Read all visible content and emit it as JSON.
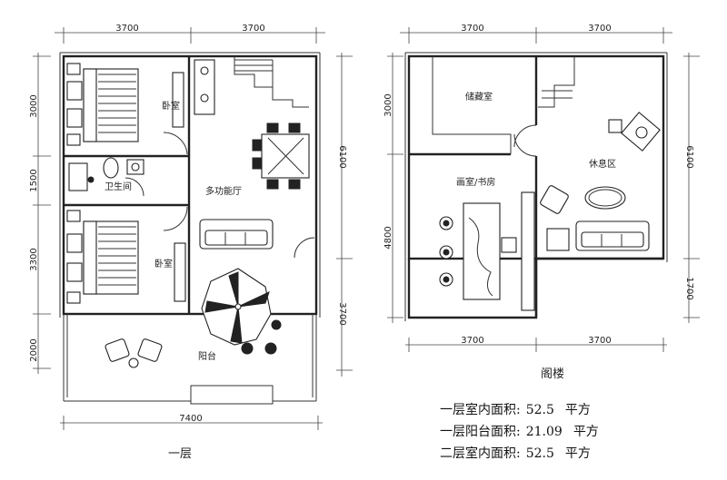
{
  "floor1": {
    "caption": "一层",
    "dims": {
      "top_left": "3700",
      "top_right": "3700",
      "left_1": "3000",
      "left_2": "1500",
      "left_3": "3300",
      "left_4": "2000",
      "right_1": "6100",
      "right_2": "3700",
      "bottom": "7400"
    },
    "rooms": {
      "bedroom_top": "卧室",
      "bathroom": "卫生间",
      "living": "多功能厅",
      "bedroom_bottom": "卧室",
      "balcony": "阳台"
    }
  },
  "floor2": {
    "caption": "阁楼",
    "dims": {
      "top_left": "3700",
      "top_right": "3700",
      "left_1": "3000",
      "left_2": "4800",
      "right_1": "6100",
      "right_2": "1700",
      "bottom_left": "3700",
      "bottom_right": "3700"
    },
    "rooms": {
      "storage": "储藏室",
      "study": "画室/书房",
      "lounge": "休息区"
    }
  },
  "stats": [
    {
      "label": "一层室内面积:",
      "value": "52.5",
      "unit": "平方"
    },
    {
      "label": "一层阳台面积:",
      "value": "21.09",
      "unit": "平方"
    },
    {
      "label": "二层室内面积:",
      "value": "52.5",
      "unit": "平方"
    }
  ]
}
